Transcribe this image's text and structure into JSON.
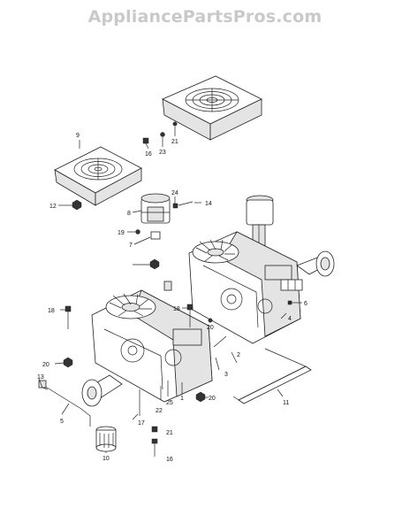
{
  "watermark": {
    "text": "AppliancePartsPros.com"
  },
  "callouts": {
    "c1": "1",
    "c2": "2",
    "c3": "3",
    "c4": "4",
    "c5": "5",
    "c6": "6",
    "c7": "7",
    "c8": "8",
    "c9": "9",
    "c10": "10",
    "c11": "11",
    "c12": "12",
    "c13": "13",
    "c14": "14",
    "c16a": "16",
    "c16b": "16",
    "c17": "17",
    "c18a": "18",
    "c18b": "18",
    "c19": "19",
    "c20a": "20",
    "c20b": "20",
    "c20c": "20",
    "c21a": "21",
    "c21b": "21",
    "c22": "22",
    "c23": "23",
    "c24": "24",
    "c25": "25"
  }
}
